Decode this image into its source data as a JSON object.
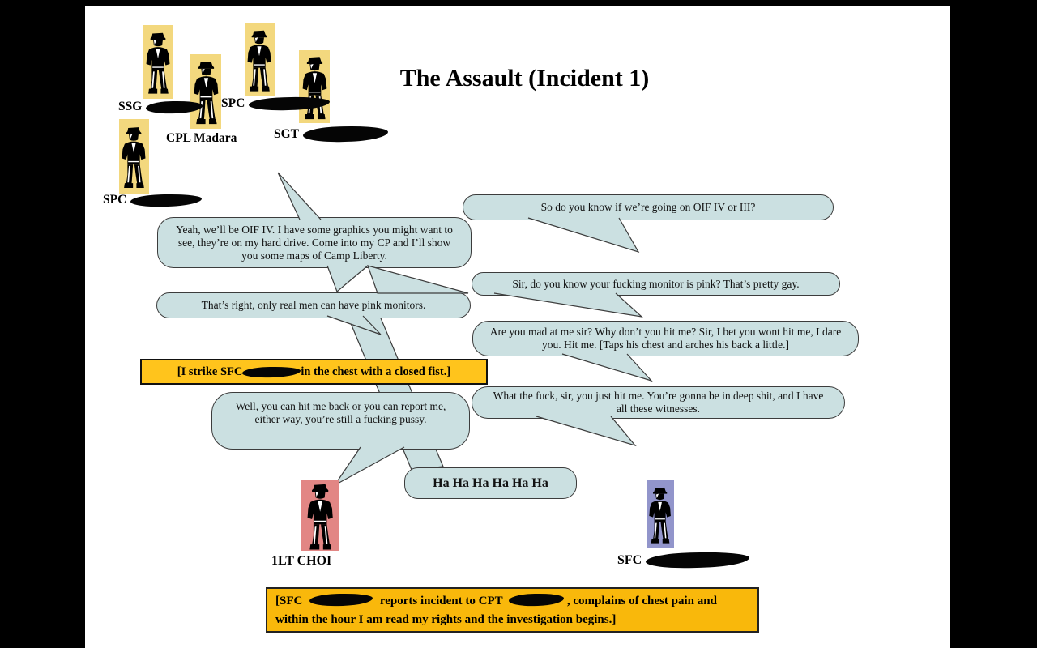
{
  "slide": {
    "title": "The Assault (Incident 1)"
  },
  "figures": {
    "ssg": {
      "label": "SSG",
      "name_redacted": true
    },
    "spc_top": {
      "label": "SPC",
      "name_redacted": true
    },
    "cpl": {
      "label": "CPL Madara",
      "name_redacted": false
    },
    "sgt": {
      "label": "SGT",
      "name_redacted": true
    },
    "spc_left": {
      "label": "SPC",
      "name_redacted": true
    },
    "lt_choi": {
      "label": "1LT CHOI",
      "name_redacted": false
    },
    "sfc": {
      "label": "SFC",
      "name_redacted": true
    }
  },
  "bubbles": {
    "oif_question": "So do you know if we’re going on OIF IV or III?",
    "oif_answer": "Yeah, we’ll be OIF IV. I have some graphics you might want to see, they’re on my hard drive. Come into my CP and I’ll show you some maps of Camp Liberty.",
    "monitor": "Sir, do you know your fucking monitor is pink? That’s pretty gay.",
    "real_men": "That’s right, only real men can have pink monitors.",
    "dare": "Are you mad at me sir? Why don’t you hit me? Sir, I bet you wont hit me, I dare you. Hit me. [Taps his chest and arches his back a little.]",
    "witnesses": "What the fuck, sir, you just hit me. You’re gonna be in deep shit, and I have all these witnesses.",
    "hit_back": "Well, you can hit me back or you can report me, either way, you’re still a fucking pussy.",
    "laugh": "Ha Ha Ha Ha Ha Ha"
  },
  "callouts": {
    "strike": {
      "text_before": "[I strike SFC",
      "text_after": "in the chest with a closed fist.]"
    },
    "report": {
      "seg1": "[SFC",
      "seg2": "reports incident to CPT",
      "seg3": ", complains of chest pain and within the hour I am read my rights and the investigation begins.]"
    }
  },
  "icons": {
    "man": "standing-man-clipart"
  },
  "colors": {
    "bubble_fill": "#cbe0e1",
    "bubble_stroke": "#3c3c3c",
    "strike_box_bg": "#ffc41c",
    "report_box_bg": "#f9b80b",
    "figure_yellow": "#f3d87e",
    "figure_pink": "#e28684",
    "figure_purple": "#9295cb",
    "canvas_bg": "#ffffff",
    "frame_bg": "#000000"
  }
}
